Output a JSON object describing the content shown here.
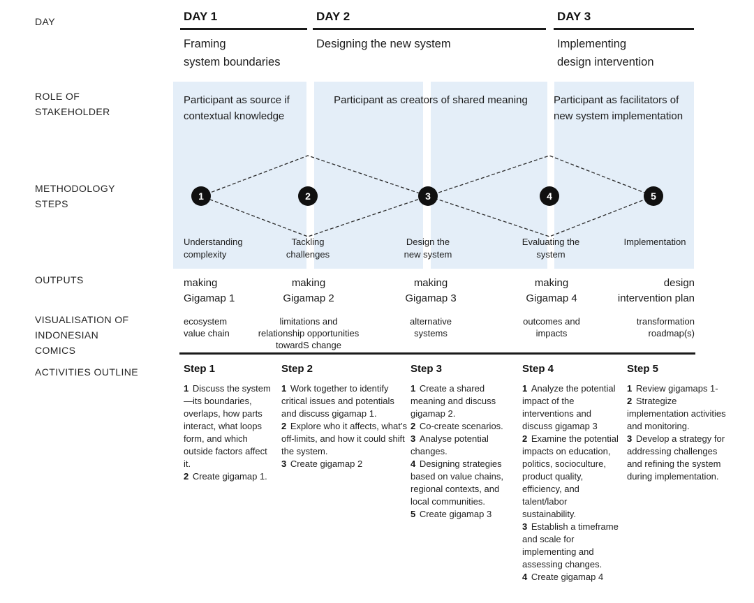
{
  "colors": {
    "panel_blue": "#e4eef8",
    "ink": "#1c1c1c",
    "rule_black": "#1a1a1a",
    "circle_black": "#101010"
  },
  "row_labels": {
    "day": "DAY",
    "role": "ROLE OF\nSTAKEHOLDER",
    "methodology": "METHODOLOGY\nSTEPS",
    "outputs": "OUTPUTS",
    "visualisation": "VISUALISATION OF\nINDONESIAN\nCOMICS",
    "activities": "ACTIVITIES OUTLINE"
  },
  "days": [
    {
      "label": "DAY 1",
      "subtitle": "Framing\nsystem boundaries"
    },
    {
      "label": "DAY 2",
      "subtitle": "Designing the new system"
    },
    {
      "label": "DAY 3",
      "subtitle": "Implementing\ndesign intervention"
    }
  ],
  "roles": [
    "Participant as source if contextual knowledge",
    "Participant as creators of shared meaning",
    "Participant as facilitators of new system implementation"
  ],
  "methodology": {
    "steps": [
      {
        "number": "1",
        "label": "Understanding\ncomplexity"
      },
      {
        "number": "2",
        "label": "Tackling\nchallenges"
      },
      {
        "number": "3",
        "label": "Design the\nnew system"
      },
      {
        "number": "4",
        "label": "Evaluating the\nsystem"
      },
      {
        "number": "5",
        "label": "Implementation"
      }
    ]
  },
  "outputs": [
    "making\nGigamap 1",
    "making\nGigamap 2",
    "making\nGigamap 3",
    "making\nGigamap 4",
    "design\nintervention plan"
  ],
  "visualisation": [
    "ecosystem\nvalue chain",
    "limitations and\nrelationship opportunities\ntowardS change",
    "alternative\nsystems",
    "outcomes and\nimpacts",
    "transformation\nroadmap(s)"
  ],
  "activities": {
    "steps": [
      {
        "title": "Step 1",
        "items": [
          {
            "n": "1",
            "text": "Discuss the system—its boundaries, overlaps, how parts interact, what loops form, and which outside factors affect it."
          },
          {
            "n": "2",
            "text": "Create gigamap 1."
          }
        ]
      },
      {
        "title": "Step 2",
        "items": [
          {
            "n": "1",
            "text": "Work together to identify critical issues and potentials and discuss gigamap 1."
          },
          {
            "n": "2",
            "text": "Explore who it affects, what’s off-limits, and how it could shift the system."
          },
          {
            "n": "3",
            "text": "Create gigamap 2"
          }
        ]
      },
      {
        "title": "Step 3",
        "items": [
          {
            "n": "1",
            "text": "Create a shared meaning and discuss gigamap 2."
          },
          {
            "n": "2",
            "text": "Co-create scenarios."
          },
          {
            "n": "3",
            "text": "Analyse potential changes."
          },
          {
            "n": "4",
            "text": "Designing strategies based on value chains, regional contexts, and local communities."
          },
          {
            "n": "5",
            "text": "Create gigamap 3"
          }
        ]
      },
      {
        "title": "Step 4",
        "items": [
          {
            "n": "1",
            "text": "Analyze the potential impact of the interventions and discuss gigamap 3"
          },
          {
            "n": "2",
            "text": "Examine the potential impacts on education, politics, socioculture, product quality, efficiency, and talent/labor sustainability."
          },
          {
            "n": "3",
            "text": "Establish a timeframe and scale for implementing and assessing changes."
          },
          {
            "n": "4",
            "text": "Create gigamap 4"
          }
        ]
      },
      {
        "title": "Step 5",
        "items": [
          {
            "n": "1",
            "text": "Review gigamaps 1-"
          },
          {
            "n": "2",
            "text": "Strategize implementation activities and monitoring."
          },
          {
            "n": "3",
            "text": "Develop a strategy for addressing challenges and refining the system during implementation."
          }
        ]
      }
    ]
  }
}
